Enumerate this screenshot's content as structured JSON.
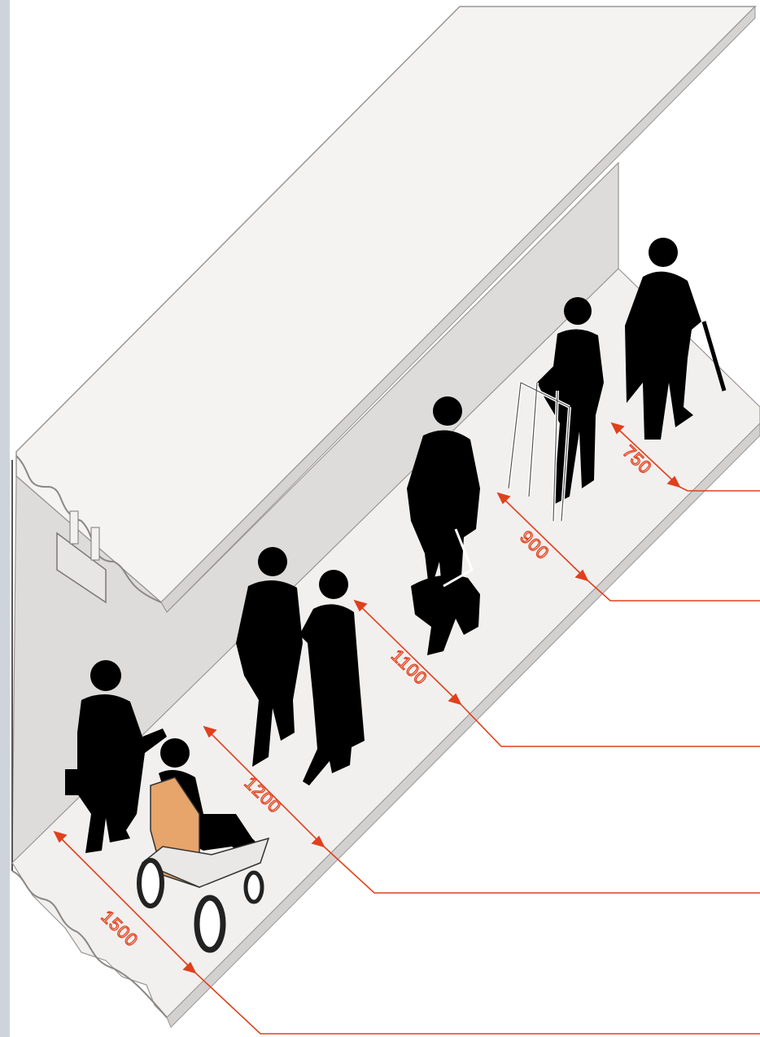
{
  "diagram": {
    "colors": {
      "dimension_line": "#e0401c",
      "silhouette": "#000000",
      "ceiling_fill": "#f4f3f2",
      "wall_fill": "#dedcda",
      "floor_fill": "#f1f0ef",
      "wheelchair_seat": "#e7a46b",
      "margin": "#cfd4dc"
    },
    "dimensions": [
      {
        "value": "750",
        "label": "750"
      },
      {
        "value": "900",
        "label": "900"
      },
      {
        "value": "1100",
        "label": "1100"
      },
      {
        "value": "1200",
        "label": "1200"
      },
      {
        "value": "1500",
        "label": "1500"
      }
    ],
    "icons": [
      "person-with-cane-icon",
      "person-with-walker-icon",
      "person-with-guide-dog-icon",
      "two-people-walking-icon",
      "person-with-briefcase-icon",
      "wheelchair-user-icon",
      "wall-handrail-icon"
    ]
  }
}
